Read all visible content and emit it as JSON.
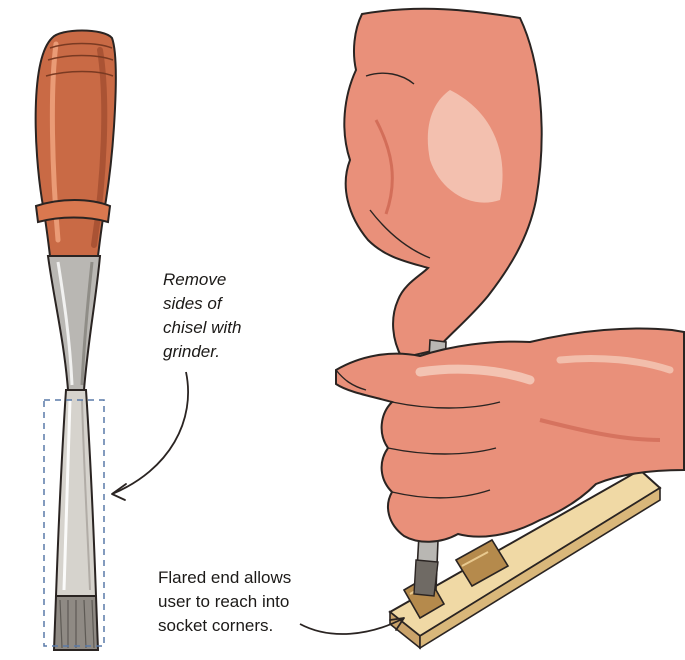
{
  "annotations": {
    "remove_sides": {
      "lines": [
        "Remove",
        "sides of",
        "chisel with",
        "grinder."
      ]
    },
    "flared_end": {
      "lines": [
        "Flared end allows",
        "user to reach into",
        "socket corners."
      ]
    }
  },
  "colors": {
    "handle_wood": "#c96a45",
    "handle_shadow": "#9c4a2e",
    "ferrule_steel": "#b9b7b3",
    "blade_steel": "#d6d3cd",
    "skin": "#e9907a",
    "skin_highlight": "#f4c9b8",
    "skin_shadow": "#c9604c",
    "board": "#f0d9a5",
    "board_edge": "#caa36a",
    "outline": "#2a2422"
  },
  "icons": {
    "chisel": "chisel-illustration",
    "hands": "hands-illustration",
    "board": "dovetail-board-illustration"
  }
}
